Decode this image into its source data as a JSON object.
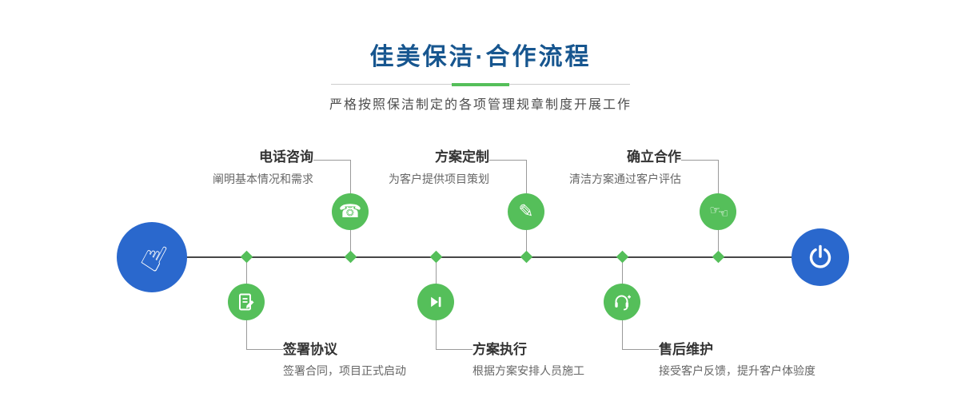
{
  "header": {
    "title": "佳美保洁·合作流程",
    "subtitle": "严格按照保洁制定的各项管理规章制度开展工作"
  },
  "timeline": {
    "start_icon": "pointing-hand-icon",
    "end_icon": "power-icon"
  },
  "steps_top": [
    {
      "label": "电话咨询",
      "desc": "阐明基本情况和需求",
      "icon": "phone-icon"
    },
    {
      "label": "方案定制",
      "desc": "为客户提供项目策划",
      "icon": "pencil-icon"
    },
    {
      "label": "确立合作",
      "desc": "清洁方案通过客户评估",
      "icon": "handshake-icon"
    }
  ],
  "steps_bottom": [
    {
      "label": "签署协议",
      "desc": "签署合同，项目正式启动",
      "icon": "contract-icon"
    },
    {
      "label": "方案执行",
      "desc": "根据方案安排人员施工",
      "icon": "play-icon"
    },
    {
      "label": "售后维护",
      "desc": "接受客户反馈，提升客户体验度",
      "icon": "headset-icon"
    }
  ],
  "icons": {
    "hand": "☝",
    "phone": "☎",
    "pencil": "✎",
    "handshake_left": "☞",
    "handshake_right": "☜"
  },
  "colors": {
    "title_blue": "#17568f",
    "endpoint_blue": "#2a68cd",
    "node_green": "#55bf5a"
  }
}
